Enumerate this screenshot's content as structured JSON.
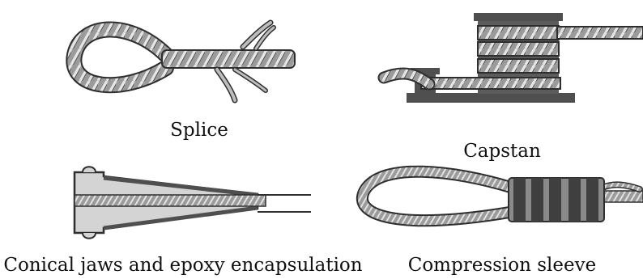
{
  "colors": {
    "rope_fill": "#9b9b9b",
    "rope_strand": "#e6e6e6",
    "outline": "#2e2e2e",
    "capstan_dark": "#4f4f4f",
    "jaw_fill": "#d4d4d4",
    "sleeve_band": "#3f3f3f",
    "caption": "#111111"
  },
  "panels": [
    {
      "id": "splice",
      "caption": "Splice",
      "icon": "rope-splice-eye"
    },
    {
      "id": "capstan",
      "caption": "Capstan",
      "icon": "capstan-winding"
    },
    {
      "id": "conical",
      "caption": "Conical jaws and epoxy encapsulation",
      "icon": "conical-socket"
    },
    {
      "id": "sleeve",
      "caption": "Compression sleeve",
      "icon": "compression-sleeve-eye"
    }
  ]
}
